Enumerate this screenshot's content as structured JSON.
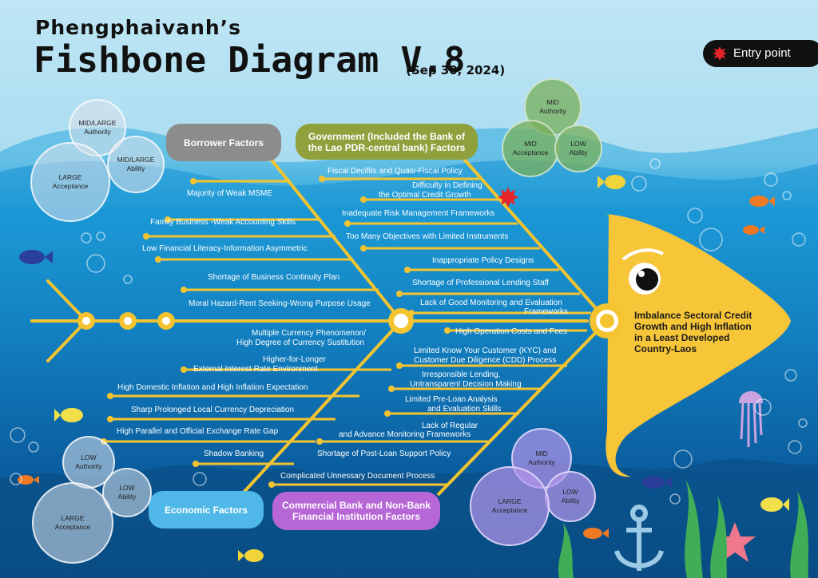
{
  "header": {
    "author": "Phengphaivanh’s",
    "title": "Fishbone Diagram V.8",
    "date": "(Sep 30, 2024)"
  },
  "legend": {
    "entry_point_label": "Entry point",
    "entry_point_color": "#e8242b"
  },
  "problem": "Imbalance Sectoral Credit Growth and High Inflation in a Least Developed Country-Laos",
  "categories": {
    "borrower": "Borrower Factors",
    "government": "Government (Included the Bank of the Lao PDR-central bank) Factors",
    "economic": "Economic Factors",
    "bank": "Commercial Bank and Non-Bank Financial Institution Factors"
  },
  "causes": {
    "borrower": [
      "Majority of Weak MSME",
      "Family Business -Weak Accounting Skills",
      "Low Financial Literacy-Information Asymmetric",
      "Shortage of Business Continuity Plan",
      "Moral Hazard-Rent Seeking-Wrong Purpose Usage"
    ],
    "government": [
      "Fiscal Decifits and Quasi-Fiscal Policy",
      "Difficulty in Defining",
      "the Optimal Credit Growth",
      "Inadequate Risk Management Frameworks",
      "Too Many Objectives with Limited Instruments",
      "Inappropriate Policy Designs",
      "Shortage of Professional Lending Staff",
      "Lack of Good Monitoring and Evaluation",
      "Frameworks"
    ],
    "economic": [
      "Multiple Currency Phenomenon/",
      "High Degree of Currency Sustitution",
      "Higher-for-Longer",
      "External Interest Rate Environment",
      "High Domestic Inflation and High Inflation Expectation",
      "Sharp Prolonged Local Currency Depreciation",
      "High Parallel and Official Exchange Rate Gap",
      "Shadow Banking"
    ],
    "bank": [
      "High Operation Costs  and Fees",
      "Limited Know Your Customer (KYC) and",
      "Customer Due Diligence (CDD) Process",
      "Irresponsible Lending,",
      "Untransparent Decision Making",
      "Limited Pre-Loan Analysis",
      "and Evaluation Skills",
      "Lack of Regular",
      "and Advance Monitoring Frameworks",
      "Shortage of Post-Loan Support Policy",
      "Complicated Unnessary Document Process"
    ]
  },
  "venn": {
    "borrower": [
      "MID/LARGE",
      "Authority",
      "MID/LARGE",
      "Ability",
      "LARGE",
      "Acceptance"
    ],
    "government": [
      "MID",
      "Authority",
      "MID",
      "Acceptance",
      "LOW",
      "Ability"
    ],
    "economic": [
      "LOW",
      "Authority",
      "LOW",
      "Ability",
      "LARGE",
      "Acceptance"
    ],
    "bank": [
      "MID",
      "Authority",
      "LOW",
      "Ability",
      "LARGE",
      "Acceptance"
    ]
  },
  "colors": {
    "bone": "#f4c430",
    "fish_head": "#f6c538",
    "borrower": "#8c8c8c",
    "government": "#8fa03c",
    "economic": "#4fb8e8",
    "bank": "#b766d6",
    "entry": "#e8242b"
  }
}
